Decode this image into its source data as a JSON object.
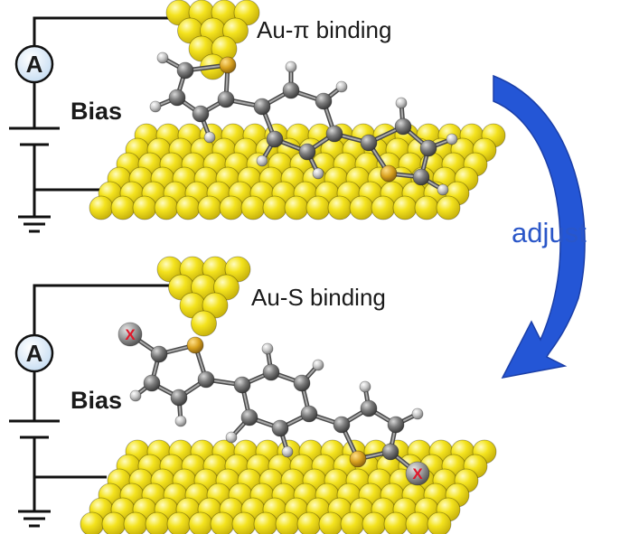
{
  "panels": [
    {
      "binding_label": "Au-π binding",
      "bias_label": "Bias",
      "meter_label": "A"
    },
    {
      "binding_label": "Au-S binding",
      "bias_label": "Bias",
      "meter_label": "A"
    }
  ],
  "arrow_label": "adjust",
  "substituent_mark": "X",
  "colors": {
    "gold": "#f2e21c",
    "gold_edge": "#9c9010",
    "sulfur": "#d9a21e",
    "carbon": "#7a7a7a",
    "hydrogen": "#d0d0d0",
    "arrow": "#2456d6",
    "wire": "#111111",
    "meter_fill": "#dbe9f7"
  }
}
